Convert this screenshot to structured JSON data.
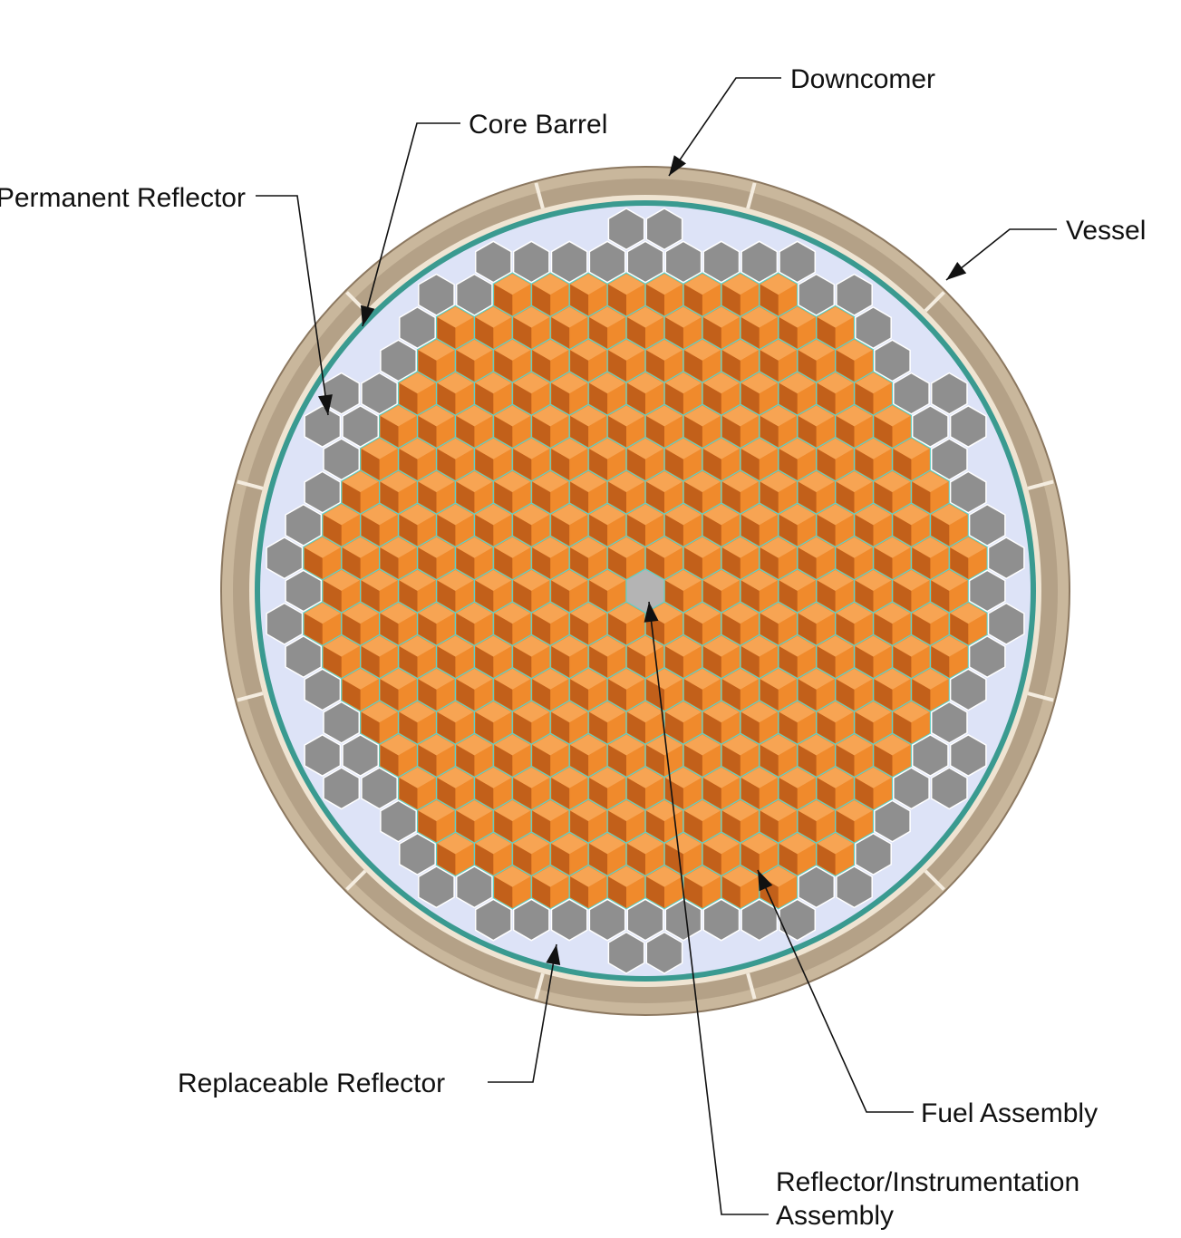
{
  "diagram": {
    "labels": {
      "downcomer": "Downcomer",
      "core_barrel": "Core Barrel",
      "permanent_reflector": "Permanent Reflector",
      "vessel": "Vessel",
      "replaceable_reflector": "Replaceable Reflector",
      "fuel_assembly": "Fuel Assembly",
      "reflector_instrumentation_line1": "Reflector/Instrumentation",
      "reflector_instrumentation_line2": "Assembly"
    },
    "colors": {
      "vessel": "#c9b79c",
      "vessel_dark": "#8c7860",
      "downcomer": "#efe4d2",
      "core_barrel": "#3a9a90",
      "permanent_reflector": "#dde3f7",
      "replaceable_reflector": "#8f8f8f",
      "fuel": "#f08a2c",
      "fuel_dark": "#c2601a",
      "fuel_light": "#f7a453",
      "cell_border": "#5fd0c8",
      "center": "#b4b4b4"
    }
  }
}
